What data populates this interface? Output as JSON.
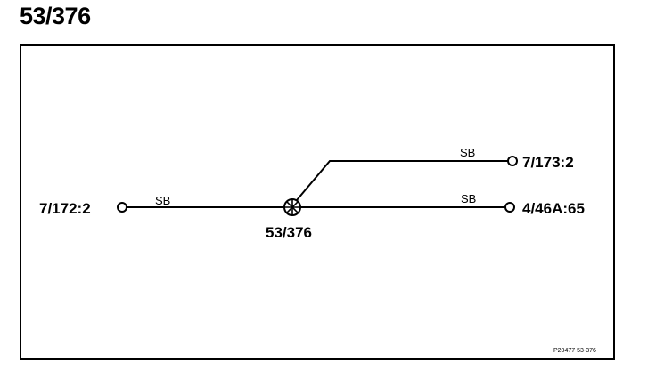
{
  "title": "53/376",
  "hub": {
    "label": "53/376"
  },
  "terminals": {
    "left": {
      "label": "7/172:2"
    },
    "upper_right": {
      "label": "7/173:2"
    },
    "lower_right": {
      "label": "4/46A:65"
    }
  },
  "edges": {
    "left": {
      "label": "SB"
    },
    "upper_right": {
      "label": "SB"
    },
    "lower_right": {
      "label": "SB"
    }
  },
  "reference_code": "P20477  53-376",
  "colors": {
    "line": "#000000",
    "background": "#ffffff"
  }
}
